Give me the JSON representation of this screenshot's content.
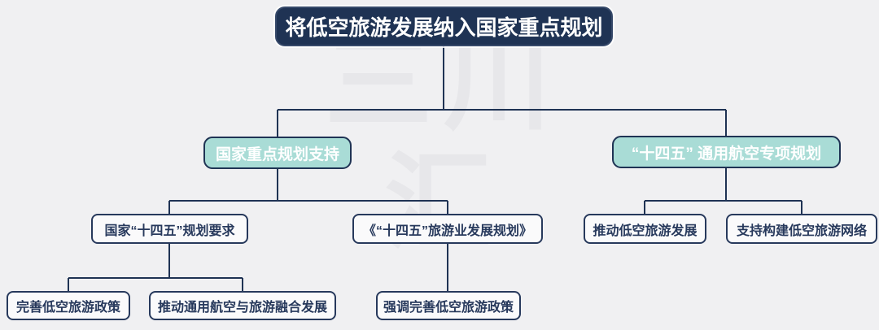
{
  "watermark": {
    "line1": "三川",
    "line2": "汇"
  },
  "colors": {
    "background": "#f0f0f2",
    "navy": "#1f3354",
    "teal": "#a9dcd6",
    "node_fill": "#fafafb",
    "watermark_gray": "#e7e7ea",
    "root_text": "#ffffff"
  },
  "tree": {
    "root": {
      "label": "将低空旅游发展纳入国家重点规划"
    },
    "branches": [
      {
        "label": "国家重点规划支持",
        "children": [
          {
            "label": "国家“十四五”规划要求",
            "children": [
              {
                "label": "完善低空旅游政策"
              },
              {
                "label": "推动通用航空与旅游融合发展"
              }
            ]
          },
          {
            "label": "《“十四五”旅游业发展规划》",
            "children": [
              {
                "label": "强调完善低空旅游政策"
              }
            ]
          }
        ]
      },
      {
        "label": "“十四五” 通用航空专项规划",
        "children": [
          {
            "label": "推动低空旅游发展",
            "children": []
          },
          {
            "label": "支持构建低空旅游网络",
            "children": []
          }
        ]
      }
    ]
  }
}
